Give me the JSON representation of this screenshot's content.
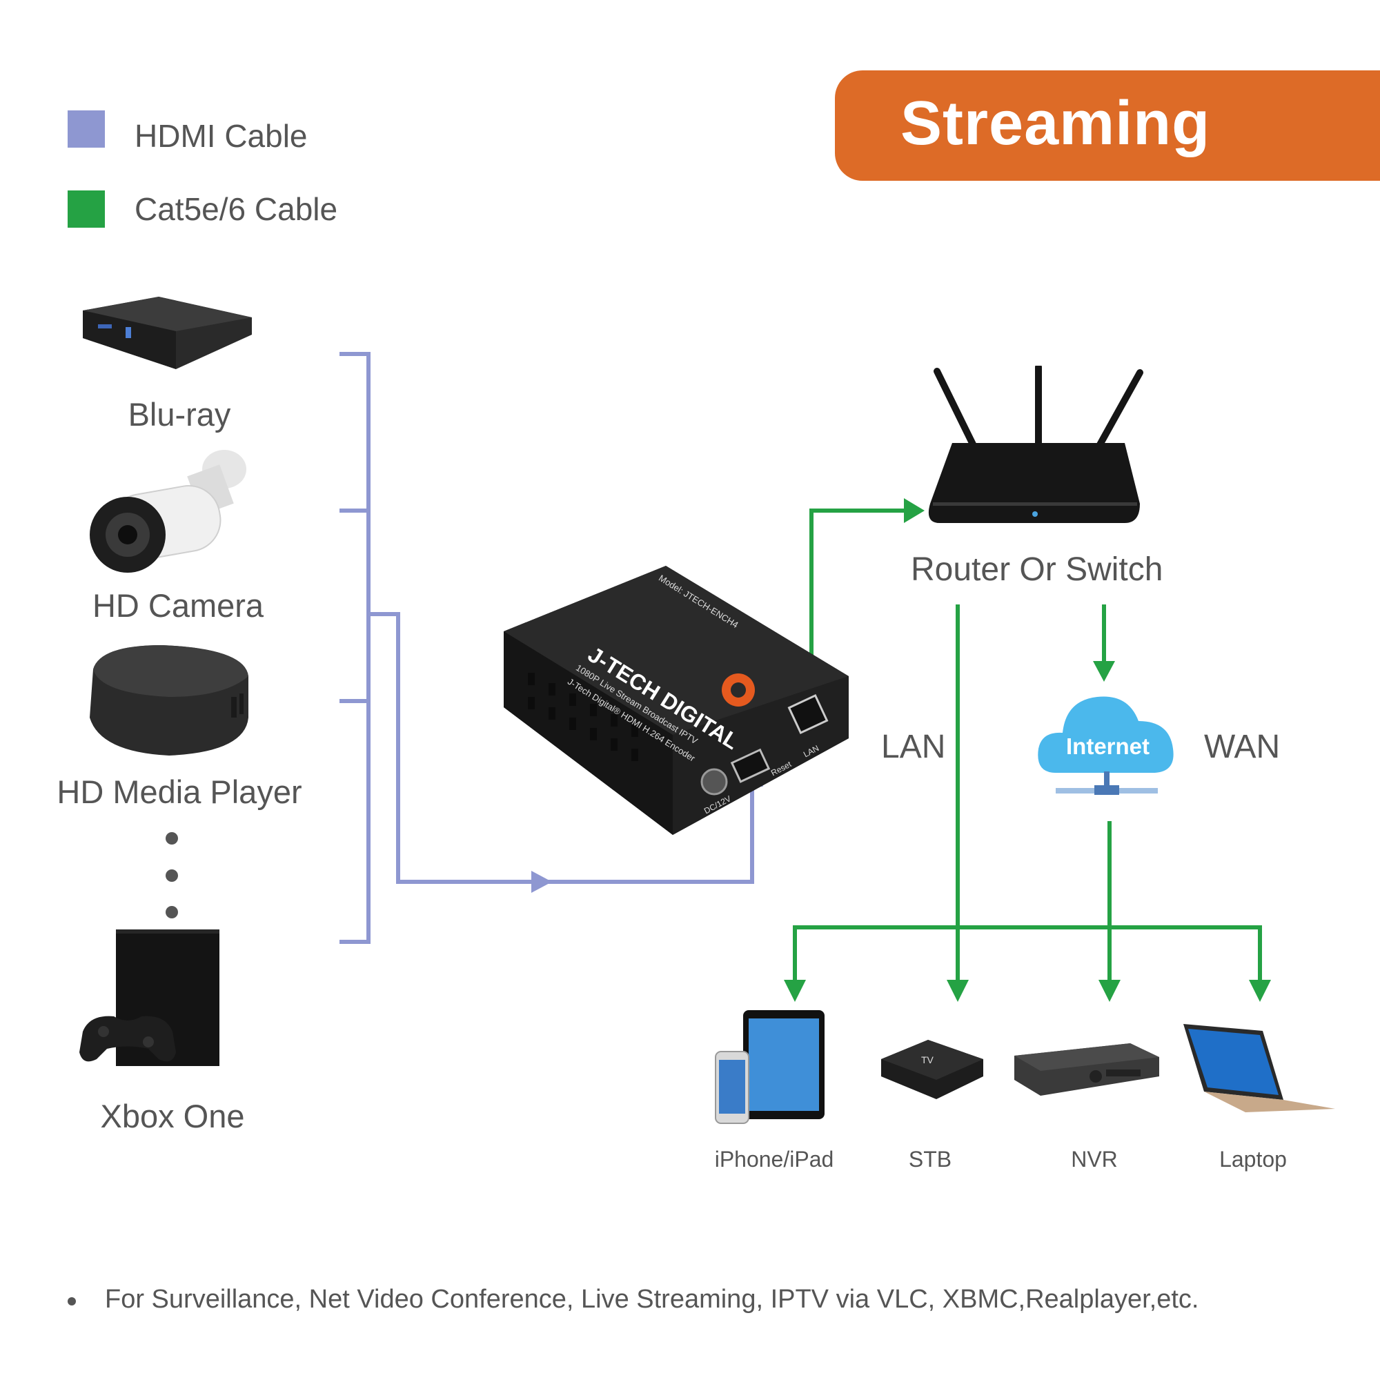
{
  "legend": {
    "hdmi": {
      "label": "HDMI Cable",
      "color": "#8e97d1"
    },
    "cat": {
      "label": "Cat5e/6 Cable",
      "color": "#25a244"
    }
  },
  "banner": {
    "title": "Streaming",
    "color": "#dd6b27"
  },
  "sources": [
    {
      "id": "bluray",
      "label": "Blu-ray",
      "icon": "bluray-player-icon"
    },
    {
      "id": "camera",
      "label": "HD Camera",
      "icon": "cctv-camera-icon"
    },
    {
      "id": "media",
      "label": "HD Media Player",
      "icon": "media-player-icon"
    },
    {
      "id": "xbox",
      "label": "Xbox One",
      "icon": "xbox-console-icon"
    }
  ],
  "encoder": {
    "brand": "J-TECH DIGITAL",
    "model": "Model: JTECH-ENCH4",
    "description": "1080P Live Stream Broadcast IPTV",
    "subtitle": "J-Tech Digital® HDMI H.264 Encoder",
    "ports": {
      "dc": "DC/12V",
      "reset": "Reset",
      "lan": "LAN"
    }
  },
  "network": {
    "router_label": "Router Or Switch",
    "lan_label": "LAN",
    "wan_label": "WAN",
    "cloud_label": "Internet"
  },
  "devices": [
    {
      "id": "iphone",
      "label": "iPhone/iPad",
      "icon": "tablet-phone-icon"
    },
    {
      "id": "stb",
      "label": "STB",
      "icon": "set-top-box-icon"
    },
    {
      "id": "nvr",
      "label": "NVR",
      "icon": "nvr-recorder-icon"
    },
    {
      "id": "laptop",
      "label": "Laptop",
      "icon": "laptop-icon"
    }
  ],
  "footnote": "For Surveillance, Net Video Conference, Live Streaming, IPTV via VLC, XBMC,Realplayer,etc."
}
